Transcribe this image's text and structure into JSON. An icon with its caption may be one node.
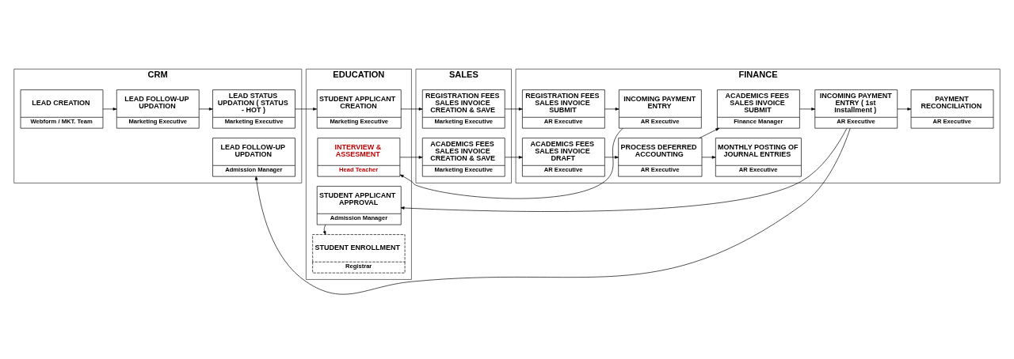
{
  "diagram": {
    "nodes": [
      {
        "text": [
          "CRM"
        ]
      },
      {
        "text": [
          "EDUCATION"
        ]
      },
      {
        "text": [
          "SALES"
        ]
      },
      {
        "text": [
          "FINANCE"
        ]
      },
      {
        "text": [
          "LEAD CREATION",
          "Webform / MKT. Team"
        ],
        "in": 0
      },
      {
        "text": [
          "LEAD FOLLOW-UP UPDATION",
          "Marketing Executive"
        ],
        "in": 0
      },
      {
        "text": [
          "LEAD STATUS UPDATION ( STATUS - HOT )",
          "Marketing Executive"
        ],
        "in": 0
      },
      {
        "text": [
          "STUDENT APPLICANT CREATION",
          "Marketing Executive"
        ],
        "in": 1
      },
      {
        "text": [
          "REGISTRATION FEES SALES INVOICE CREATION & SAVE",
          "Marketing Executive"
        ],
        "in": 2
      },
      {
        "text": [
          "REGISTRATION FEES SALES INVOICE SUBMIT",
          "AR Executive"
        ],
        "in": 3
      },
      {
        "text": [
          "INCOMING PAYMENT ENTRY",
          "AR Executive"
        ],
        "in": 3
      },
      {
        "text": [
          "INTERVIEW & ASSESMENT",
          "Head Teacher"
        ],
        "in": 1
      },
      {
        "text": [
          "ACADEMICS FEES SALES INVOICE CREATION & SAVE",
          "Marketing Executive"
        ],
        "in": 2
      },
      {
        "text": [
          "ACADEMICS FEES SALES INVOICE DRAFT",
          "AR Executive"
        ],
        "in": 3
      },
      {
        "text": [
          "PROCESS DEFERRED ACCOUNTING",
          "AR Executive"
        ],
        "in": 3
      },
      {
        "text": [
          "ACADEMICS FEES SALES INVOICE SUBMIT",
          "Finance Manager"
        ],
        "in": 3
      },
      {
        "text": [
          "INCOMING PAYMENT ENTRY ( 1st Installment )",
          "AR Executive"
        ],
        "in": 3
      },
      {
        "text": [
          "PAYMENT RECONCILIATION",
          "AR Executive"
        ],
        "in": 3
      },
      {
        "text": [
          "MONTHLY POSTING OF JOURNAL ENTRIES",
          "AR Executive"
        ],
        "in": 3
      },
      {
        "text": [
          "LEAD FOLLOW-UP UPDATION",
          "Admission Manager"
        ],
        "in": 0
      },
      {
        "text": [
          "STUDENT APPLICANT APPROVAL",
          "Admission Manager"
        ],
        "in": 1
      },
      {
        "text": [
          "STUDENT ENROLLMENT",
          "Registrar"
        ],
        "in": 1
      }
    ],
    "edges": [
      {
        "from": 4,
        "to": 5,
        "arrow": "to"
      },
      {
        "from": 5,
        "to": 6,
        "arrow": "to"
      },
      {
        "from": 6,
        "to": 7,
        "arrow": "to"
      },
      {
        "from": 7,
        "to": 8,
        "arrow": "to"
      },
      {
        "from": 8,
        "to": 9,
        "arrow": "to"
      },
      {
        "from": 9,
        "to": 10,
        "arrow": "to"
      },
      {
        "from": 10,
        "to": 11,
        "arrow": "to"
      },
      {
        "from": 11,
        "to": 12,
        "arrow": "to"
      },
      {
        "from": 12,
        "to": 13,
        "arrow": "to"
      },
      {
        "from": 13,
        "to": 14,
        "arrow": "to"
      },
      {
        "from": 14,
        "to": 15,
        "arrow": "to"
      },
      {
        "from": 14,
        "to": 18,
        "arrow": "to"
      },
      {
        "from": 15,
        "to": 16,
        "arrow": "to"
      },
      {
        "from": 16,
        "to": 17,
        "arrow": "to"
      },
      {
        "from": 16,
        "to": 19,
        "arrow": "to"
      },
      {
        "from": 16,
        "to": 20,
        "arrow": "to"
      },
      {
        "from": 20,
        "to": 21,
        "arrow": "to"
      }
    ]
  }
}
